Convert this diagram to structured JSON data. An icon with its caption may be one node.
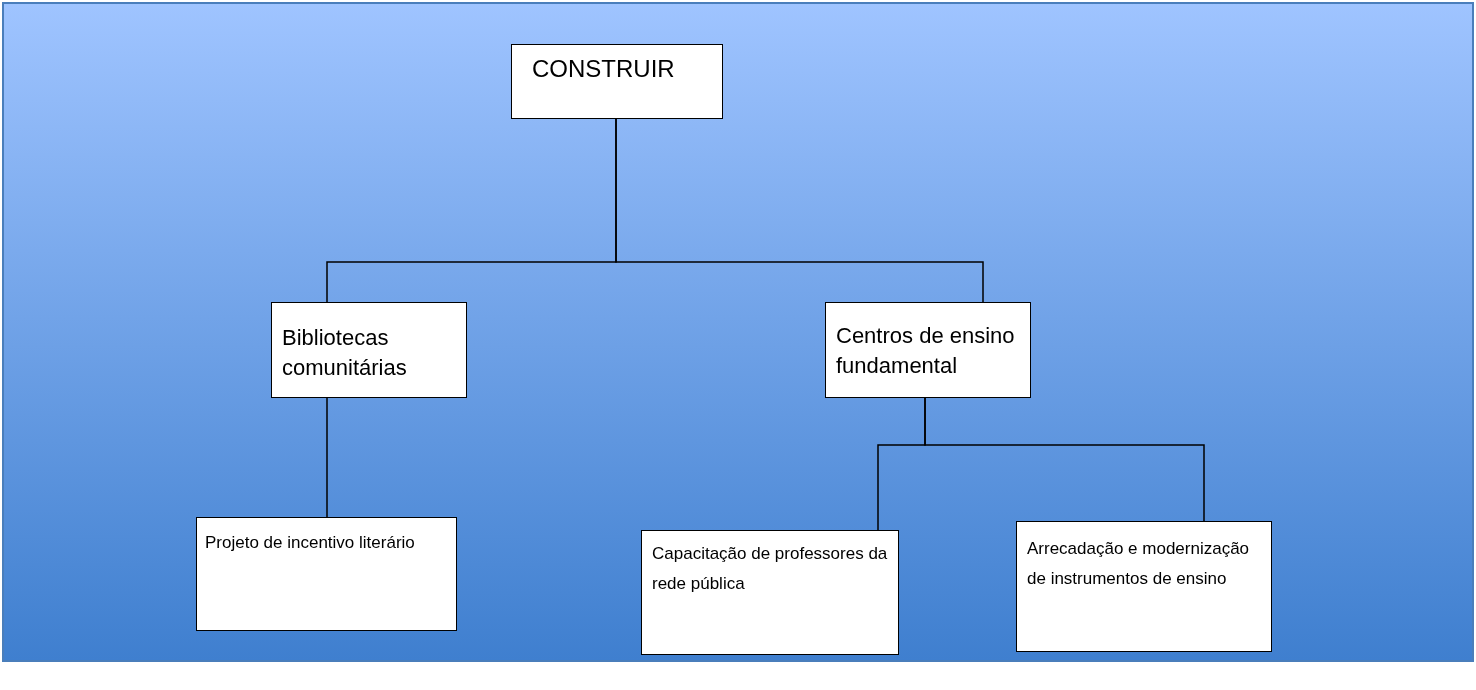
{
  "diagram": {
    "nodes": [
      {
        "text": [
          "CONSTRUIR"
        ]
      },
      {
        "text": [
          "Bibliotecas comunitárias"
        ]
      },
      {
        "text": [
          "Centros de ensino fundamental"
        ]
      },
      {
        "text": [
          "Projeto de incentivo literário"
        ]
      },
      {
        "text": [
          "Capacitação de professores da rede pública"
        ]
      },
      {
        "text": [
          "Arrecadação e modernização de instrumentos de ensino"
        ]
      }
    ],
    "edges": [
      {
        "from": 0,
        "to": 1,
        "arrow": "none"
      },
      {
        "from": 0,
        "to": 2,
        "arrow": "none"
      },
      {
        "from": 1,
        "to": 3,
        "arrow": "none"
      },
      {
        "from": 2,
        "to": 4,
        "arrow": "none"
      },
      {
        "from": 2,
        "to": 5,
        "arrow": "none"
      }
    ]
  }
}
